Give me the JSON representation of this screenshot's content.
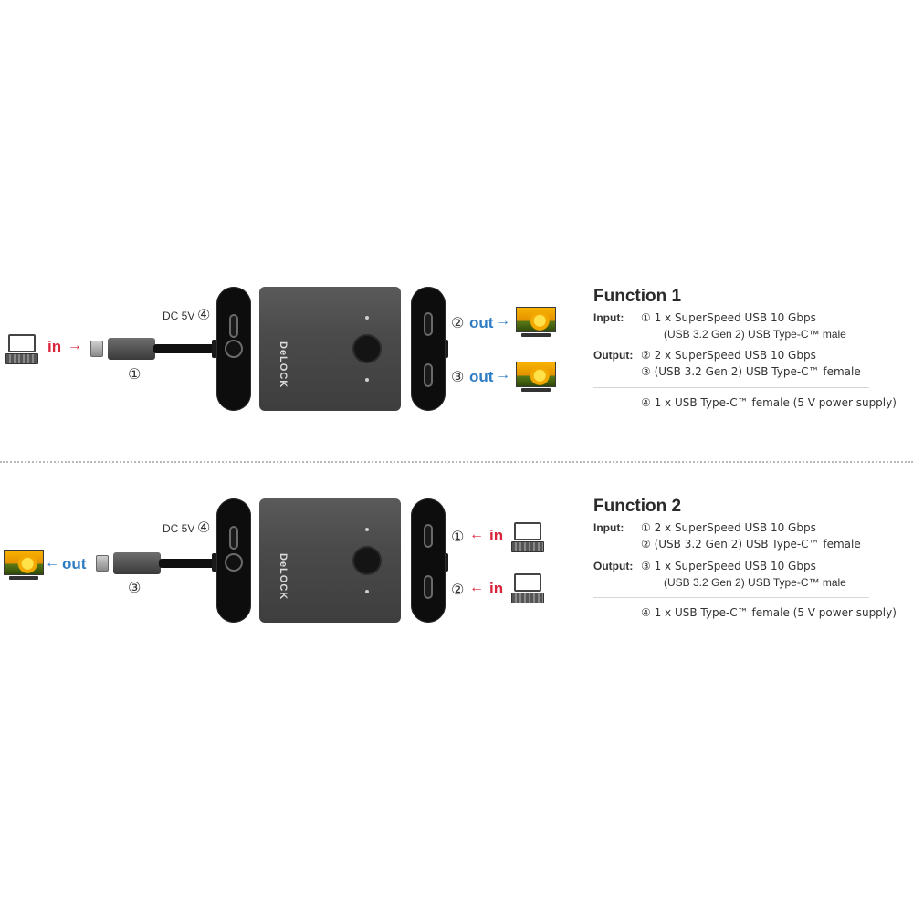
{
  "sections": [
    {
      "title": "Function 1",
      "dc_label": "DC 5V",
      "dc_marker": "④",
      "cable_marker": "①",
      "brand": "DeLOCK",
      "left_side": {
        "marker": "",
        "label": "in",
        "icon": "laptop-icon",
        "direction": "in"
      },
      "right_side": [
        {
          "marker": "②",
          "label": "out",
          "icon": "monitor-icon"
        },
        {
          "marker": "③",
          "label": "out",
          "icon": "monitor-icon"
        }
      ],
      "input_key": "Input:",
      "input_lines": [
        "① 1 x SuperSpeed USB 10 Gbps",
        "(USB 3.2 Gen 2) USB Type-C™ male"
      ],
      "output_key": "Output:",
      "output_lines": [
        "② 2 x SuperSpeed USB 10 Gbps",
        "③ (USB 3.2 Gen 2) USB Type-C™ female"
      ],
      "power_line": "④ 1 x USB Type-C™ female (5 V power supply)"
    },
    {
      "title": "Function 2",
      "dc_label": "DC 5V",
      "dc_marker": "④",
      "cable_marker": "③",
      "brand": "DeLOCK",
      "left_side": {
        "marker": "",
        "label": "out",
        "icon": "monitor-icon",
        "direction": "out"
      },
      "right_side": [
        {
          "marker": "①",
          "label": "in",
          "icon": "laptop-icon"
        },
        {
          "marker": "②",
          "label": "in",
          "icon": "laptop-icon"
        }
      ],
      "input_key": "Input:",
      "input_lines": [
        "① 2 x SuperSpeed USB 10 Gbps",
        "② (USB 3.2 Gen 2) USB Type-C™ female"
      ],
      "output_key": "Output:",
      "output_lines": [
        "③ 1 x SuperSpeed USB 10 Gbps",
        "(USB 3.2 Gen 2) USB Type-C™ male"
      ],
      "power_line": "④ 1 x USB Type-C™ female (5 V power supply)"
    }
  ],
  "colors": {
    "in": "#d9263c",
    "out": "#2e7cc3",
    "device": "#4a4a4a",
    "cap": "#0d0d0d"
  }
}
